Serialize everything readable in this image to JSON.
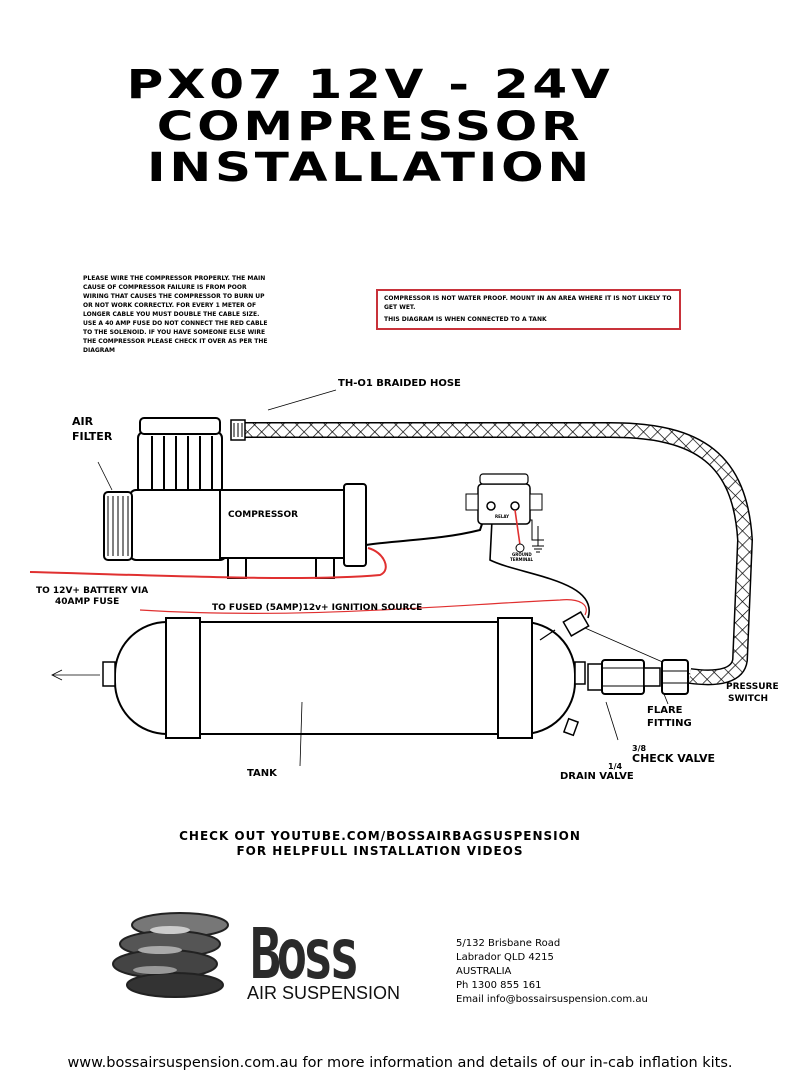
{
  "title": {
    "line1": "PX07 12V - 24V",
    "line2": "COMPRESSOR",
    "line3": "INSTALLATION"
  },
  "notes": {
    "wiring": "PLEASE WIRE THE COMPRESSOR PROPERLY. THE MAIN CAUSE OF COMPRESSOR FAILURE IS FROM POOR WIRING THAT CAUSES THE COMPRESSOR TO BURN UP OR NOT WORK CORRECTLY. FOR EVERY 1 METER OF LONGER CABLE YOU MUST DOUBLE THE CABLE SIZE. USE A 40 AMP FUSE DO NOT CONNECT THE RED CABLE TO THE SOLENOID. IF YOU HAVE SOMEONE ELSE WIRE THE COMPRESSOR PLEASE CHECK IT OVER AS PER THE DIAGRAM",
    "warning_line1": "COMPRESSOR IS NOT WATER PROOF. MOUNT IN AN AREA WHERE IT IS NOT LIKELY TO GET WET.",
    "warning_line2": "THIS DIAGRAM IS WHEN CONNECTED TO A TANK"
  },
  "labels": {
    "hose": "TH-O1 BRAIDED HOSE",
    "air_filter_1": "AIR",
    "air_filter_2": "FILTER",
    "compressor": "COMPRESSOR",
    "relay": "RELAY",
    "ground_1": "GROUND",
    "ground_2": "TERMINAL",
    "battery_1": "TO 12V+ BATTERY VIA",
    "battery_2": "40AMP FUSE",
    "ignition": "TO FUSED (5AMP)12v+ IGNITION SOURCE",
    "pressure_1": "PRESSURE",
    "pressure_2": "SWITCH",
    "flare_1": "FLARE",
    "flare_2": "FITTING",
    "check_size": "3/8",
    "check_valve": "CHECK VALVE",
    "drain_size": "1/4",
    "drain_valve": "DRAIN VALVE",
    "tank": "TANK"
  },
  "promo": {
    "line1": "CHECK OUT YOUTUBE.COM/BOSSAIRBAGSUSPENSION",
    "line2": "FOR HELPFULL INSTALLATION VIDEOS"
  },
  "brand": {
    "name": "Boss",
    "sub": "AIR SUSPENSION",
    "logo_icon": "stacked-air-bags-icon"
  },
  "address": {
    "line1": "5/132 Brisbane Road",
    "line2": "Labrador QLD 4215",
    "line3": "AUSTRALIA",
    "phone": "Ph 1300 855 161",
    "email": "Email info@bossairsuspension.com.au"
  },
  "footer": "www.bossairsuspension.com.au for more information and details of our in-cab inflation kits.",
  "colors": {
    "wire_red": "#e03030",
    "box_border": "#c8323a",
    "ink": "#000000"
  }
}
